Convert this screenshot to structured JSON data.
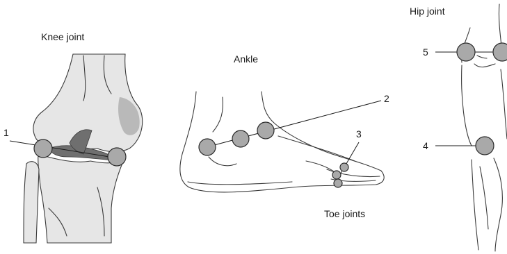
{
  "labels": {
    "knee": "Knee joint",
    "ankle": "Ankle",
    "toe": "Toe joints",
    "hip": "Hip joint"
  },
  "markers": {
    "m1": "1",
    "m2": "2",
    "m3": "3",
    "m4": "4",
    "m5": "5"
  },
  "colors": {
    "joint_fill": "#a9a9a9",
    "bone_fill": "#e6e6e6",
    "line": "#1a1a1a"
  }
}
